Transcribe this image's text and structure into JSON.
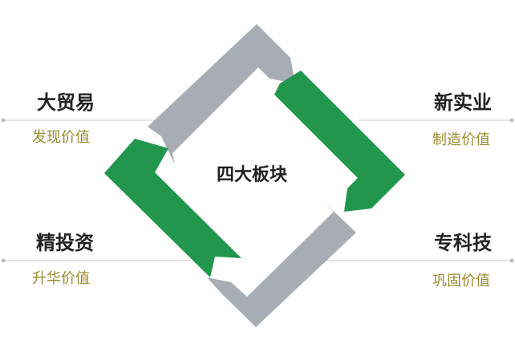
{
  "center_label": "四大板块",
  "sections": [
    {
      "title": "大贸易",
      "subtitle": "发现价值",
      "position": "top-left"
    },
    {
      "title": "新实业",
      "subtitle": "制造价值",
      "position": "top-right"
    },
    {
      "title": "精投资",
      "subtitle": "升华价值",
      "position": "bottom-left"
    },
    {
      "title": "专科技",
      "subtitle": "巩固价值",
      "position": "bottom-right"
    }
  ],
  "colors": {
    "green": "#21964c",
    "gray": "#a8adb5",
    "title_text": "#222222",
    "subtitle_text": "#9c8a2f",
    "line": "#c8c8c8"
  }
}
